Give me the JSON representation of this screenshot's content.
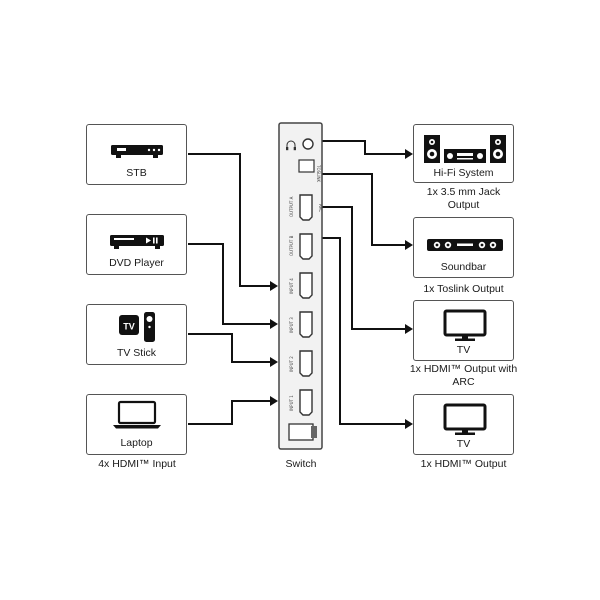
{
  "inputs": [
    {
      "label": "STB",
      "icon": "stb-icon"
    },
    {
      "label": "DVD Player",
      "icon": "dvd-player-icon"
    },
    {
      "label": "TV Stick",
      "icon": "tv-stick-icon",
      "icon_text": "TV"
    },
    {
      "label": "Laptop",
      "icon": "laptop-icon"
    }
  ],
  "inputs_caption": "4x HDMI™ Input",
  "switch": {
    "caption": "Switch",
    "ports": [
      "OUTPUT A",
      "OUTPUT B",
      "INPUT 4",
      "INPUT 3",
      "INPUT 2",
      "INPUT 1"
    ],
    "arc_label": "ARC",
    "toslink_label": "TOSLINK"
  },
  "outputs": [
    {
      "label": "Hi-Fi System",
      "icon": "hifi-system-icon",
      "caption": "1x 3.5 mm Jack Output"
    },
    {
      "label": "Soundbar",
      "icon": "soundbar-icon",
      "caption": "1x Toslink Output"
    },
    {
      "label": "TV",
      "icon": "tv-icon",
      "caption": "1x HDMI™ Output with ARC"
    },
    {
      "label": "TV",
      "icon": "tv-icon",
      "caption": "1x HDMI™ Output"
    }
  ],
  "colors": {
    "line": "#111111",
    "box_border": "#555555",
    "switch_body": "#f2f2f2"
  }
}
